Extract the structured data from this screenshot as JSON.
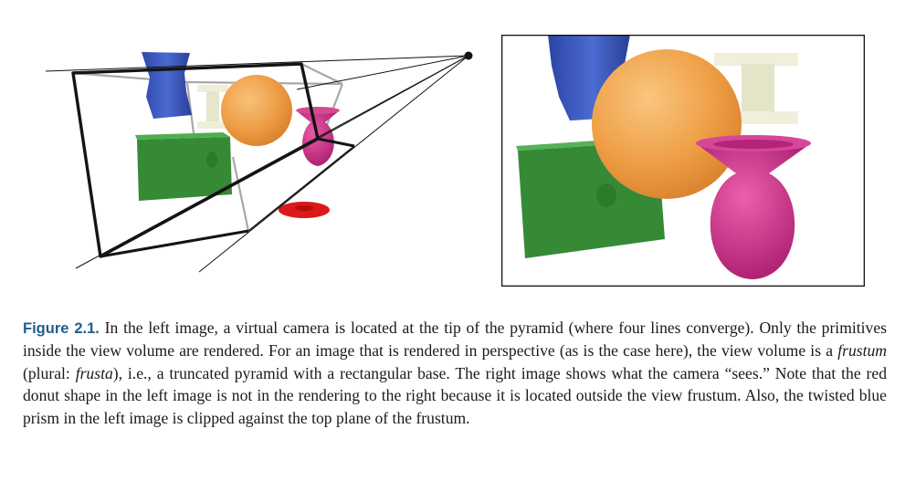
{
  "figure": {
    "label": "Figure 2.1.",
    "caption_parts": [
      " In the left image, a virtual camera is located at the tip of the pyramid (where four lines converge). Only the primitives inside the view volume are rendered. For an image that is rendered in perspective (as is the case here), the view volume is a ",
      "frustum",
      " (plural: ",
      "frusta",
      "), i.e., a truncated pyramid with a rectangular base. The right image shows what the camera “sees.” Note that the red donut shape in the left image is not in the rendering to the right because it is located outside the view frustum. Also, the twisted blue prism in the left image is clipped against the top plane of the frustum."
    ]
  },
  "colors": {
    "caption_label": "#1f5f8b",
    "blue_prism": "#3b57b8",
    "orange_sphere": "#f0a048",
    "green_box": "#3a8a3a",
    "magenta_vase": "#c42a7e",
    "red_donut": "#dd1515",
    "ivory_beam": "#eeeedc"
  }
}
